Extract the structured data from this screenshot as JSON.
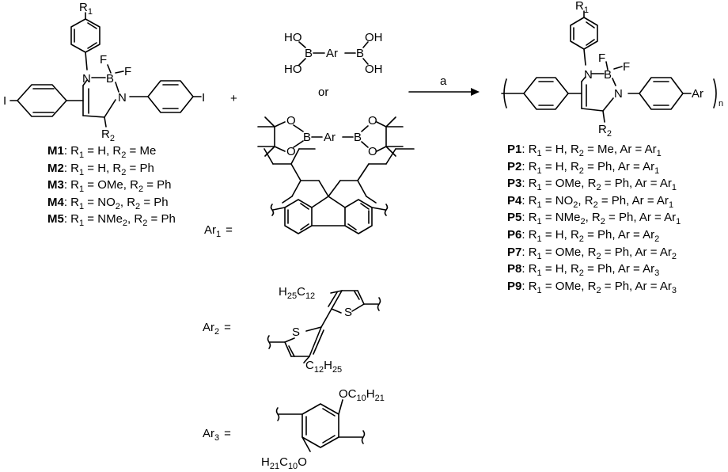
{
  "monomer": {
    "r1": "R",
    "r1_sub": "1",
    "r2": "R",
    "r2_sub": "2",
    "n1": "N",
    "n2": "N",
    "b": "B",
    "f1": "F",
    "f2": "F",
    "i1": "I",
    "i2": "I"
  },
  "plus": "+",
  "reagents": {
    "boronic_acid": {
      "ho1": "HO",
      "ho2": "HO",
      "oh1": "OH",
      "oh2": "OH",
      "b1": "B",
      "b2": "B",
      "ar": "Ar"
    },
    "or": "or",
    "pinacol_ester": {
      "o1": "O",
      "o2": "O",
      "o3": "O",
      "o4": "O",
      "b1": "B",
      "b2": "B",
      "ar": "Ar"
    }
  },
  "arrow": {
    "label": "a"
  },
  "polymer": {
    "r1": "R",
    "r1_sub": "1",
    "r2": "R",
    "r2_sub": "2",
    "n1": "N",
    "n2": "N",
    "b": "B",
    "f1": "F",
    "f2": "F",
    "ar": "Ar",
    "n_sub": "n"
  },
  "ar_groups": [
    {
      "label": "Ar",
      "sub": "1",
      "eq": "="
    },
    {
      "label": "Ar",
      "sub": "2",
      "eq": "=",
      "s1": "S",
      "s2": "S",
      "alkyl_top": "H",
      "alkyl_top_sub1": "25",
      "alkyl_top_c": "C",
      "alkyl_top_sub2": "12",
      "alkyl_bot": "C",
      "alkyl_bot_sub1": "12",
      "alkyl_bot_h": "H",
      "alkyl_bot_sub2": "25"
    },
    {
      "label": "Ar",
      "sub": "3",
      "eq": "=",
      "o_top": "OC",
      "o_top_sub1": "10",
      "o_top_h": "H",
      "o_top_sub2": "21",
      "o_bot_h": "H",
      "o_bot_sub1": "21",
      "o_bot_c": "C",
      "o_bot_sub2": "10",
      "o_bot_o": "O"
    }
  ],
  "monomers": [
    {
      "id": "M1",
      "r1": "H",
      "r2": "Me"
    },
    {
      "id": "M2",
      "r1": "H",
      "r2": "Ph"
    },
    {
      "id": "M3",
      "r1": "OMe",
      "r2": "Ph"
    },
    {
      "id": "M4",
      "r1": "NO",
      "r1_sub": "2",
      "r2": "Ph"
    },
    {
      "id": "M5",
      "r1": "NMe",
      "r1_sub": "2",
      "r2": "Ph"
    }
  ],
  "polymers": [
    {
      "id": "P1",
      "r1": "H",
      "r2": "Me",
      "ar_sub": "1"
    },
    {
      "id": "P2",
      "r1": "H",
      "r2": "Ph",
      "ar_sub": "1"
    },
    {
      "id": "P3",
      "r1": "OMe",
      "r2": "Ph",
      "ar_sub": "1"
    },
    {
      "id": "P4",
      "r1": "NO",
      "r1_sub": "2",
      "r2": "Ph",
      "ar_sub": "1"
    },
    {
      "id": "P5",
      "r1": "NMe",
      "r1_sub": "2",
      "r2": "Ph",
      "ar_sub": "1"
    },
    {
      "id": "P6",
      "r1": "H",
      "r2": "Ph",
      "ar_sub": "2"
    },
    {
      "id": "P7",
      "r1": "OMe",
      "r2": "Ph",
      "ar_sub": "2"
    },
    {
      "id": "P8",
      "r1": "H",
      "r2": "Ph",
      "ar_sub": "3"
    },
    {
      "id": "P9",
      "r1": "OMe",
      "r2": "Ph",
      "ar_sub": "3"
    }
  ]
}
